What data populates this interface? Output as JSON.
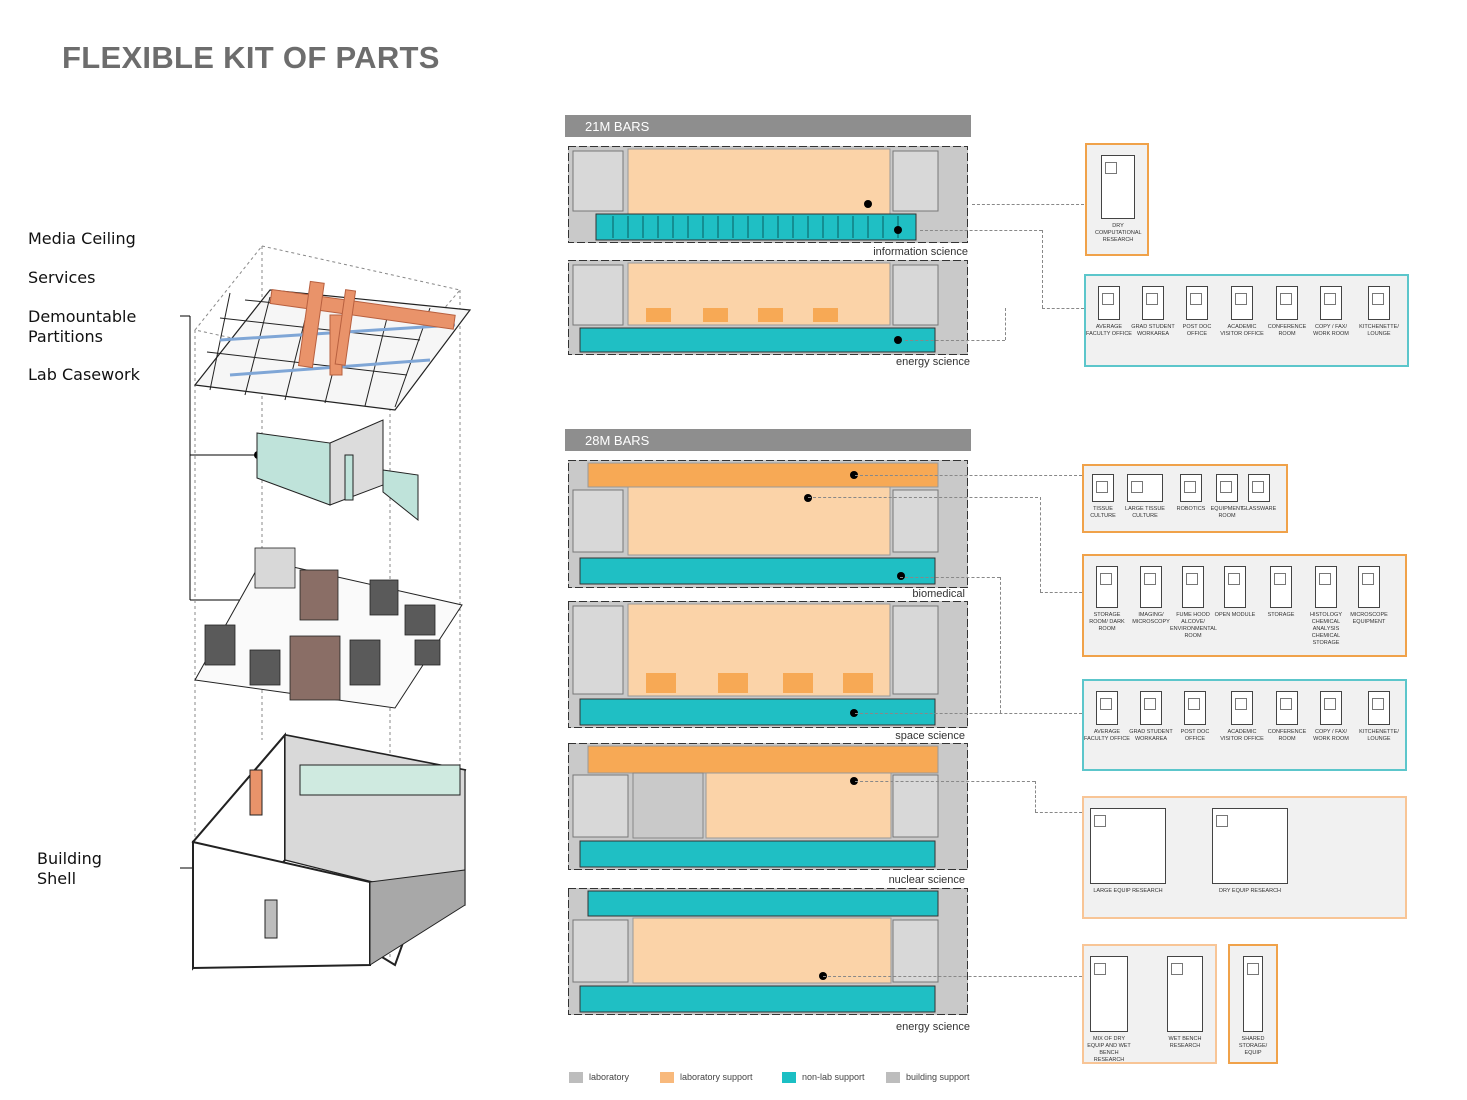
{
  "page": {
    "title": "FLEXIBLE KIT OF PARTS"
  },
  "axo_labels": {
    "media_ceiling": "Media Ceiling",
    "services": "Services",
    "demountable_1": "Demountable",
    "demountable_2": "Partitions",
    "lab_casework": "Lab Casework",
    "building_1": "Building",
    "building_2": "Shell"
  },
  "bars_21m": {
    "header": "21M BARS",
    "captions": [
      "information science",
      "energy science"
    ]
  },
  "bars_28m": {
    "header": "28M BARS",
    "captions": [
      "biomedical",
      "space science",
      "nuclear science",
      "energy science"
    ]
  },
  "kits": {
    "dry_comp": [
      "DRY COMPUTATIONAL RESEARCH"
    ],
    "office_set_a": [
      "AVERAGE FACULTY OFFICE",
      "GRAD STUDENT WORKAREA",
      "POST DOC OFFICE",
      "ACADEMIC VISITOR OFFICE",
      "CONFERENCE ROOM",
      "COPY / FAX/ WORK ROOM",
      "KITCHENETTE/ LOUNGE"
    ],
    "lab_support_a": [
      "TISSUE CULTURE",
      "LARGE TISSUE CULTURE",
      "ROBOTICS",
      "EQUIPMENT ROOM",
      "GLASSWARE"
    ],
    "lab_support_b": [
      "STORAGE ROOM/ DARK ROOM",
      "IMAGING/ MICROSCOPY",
      "FUME HOOD ALCOVE/ ENVIRONMENTAL ROOM",
      "OPEN MODULE",
      "STORAGE",
      "HISTOLOGY CHEMICAL ANALYSIS CHEMICAL STORAGE",
      "MICROSCOPE EQUIPMENT"
    ],
    "office_set_b": [
      "AVERAGE FACULTY OFFICE",
      "GRAD STUDENT WORKAREA",
      "POST DOC OFFICE",
      "ACADEMIC VISITOR OFFICE",
      "CONFERENCE ROOM",
      "COPY / FAX/ WORK ROOM",
      "KITCHENETTE/ LOUNGE"
    ],
    "large_equip": [
      "LARGE EQUIP RESEARCH",
      "DRY EQUIP RESEARCH"
    ],
    "mix_bench": [
      "MIX OF DRY EQUIP AND WET BENCH RESEARCH",
      "WET BENCH RESEARCH"
    ],
    "shared_storage": [
      "SHARED STORAGE/ EQUIP"
    ]
  },
  "legend": [
    {
      "label": "laboratory",
      "color": "#bdbdbd"
    },
    {
      "label": "laboratory support",
      "color": "#f8b97c"
    },
    {
      "label": "non-lab support",
      "color": "#1bbfc4"
    },
    {
      "label": "building support",
      "color": "#bdbdbd"
    }
  ],
  "colors": {
    "lab": "#fbd3a8",
    "lab_support": "#f7a955",
    "non_lab": "#1fbfc4",
    "building": "#c9c9c9",
    "accent_teal": "#5cc6cb",
    "accent_orange": "#f0a24a"
  }
}
